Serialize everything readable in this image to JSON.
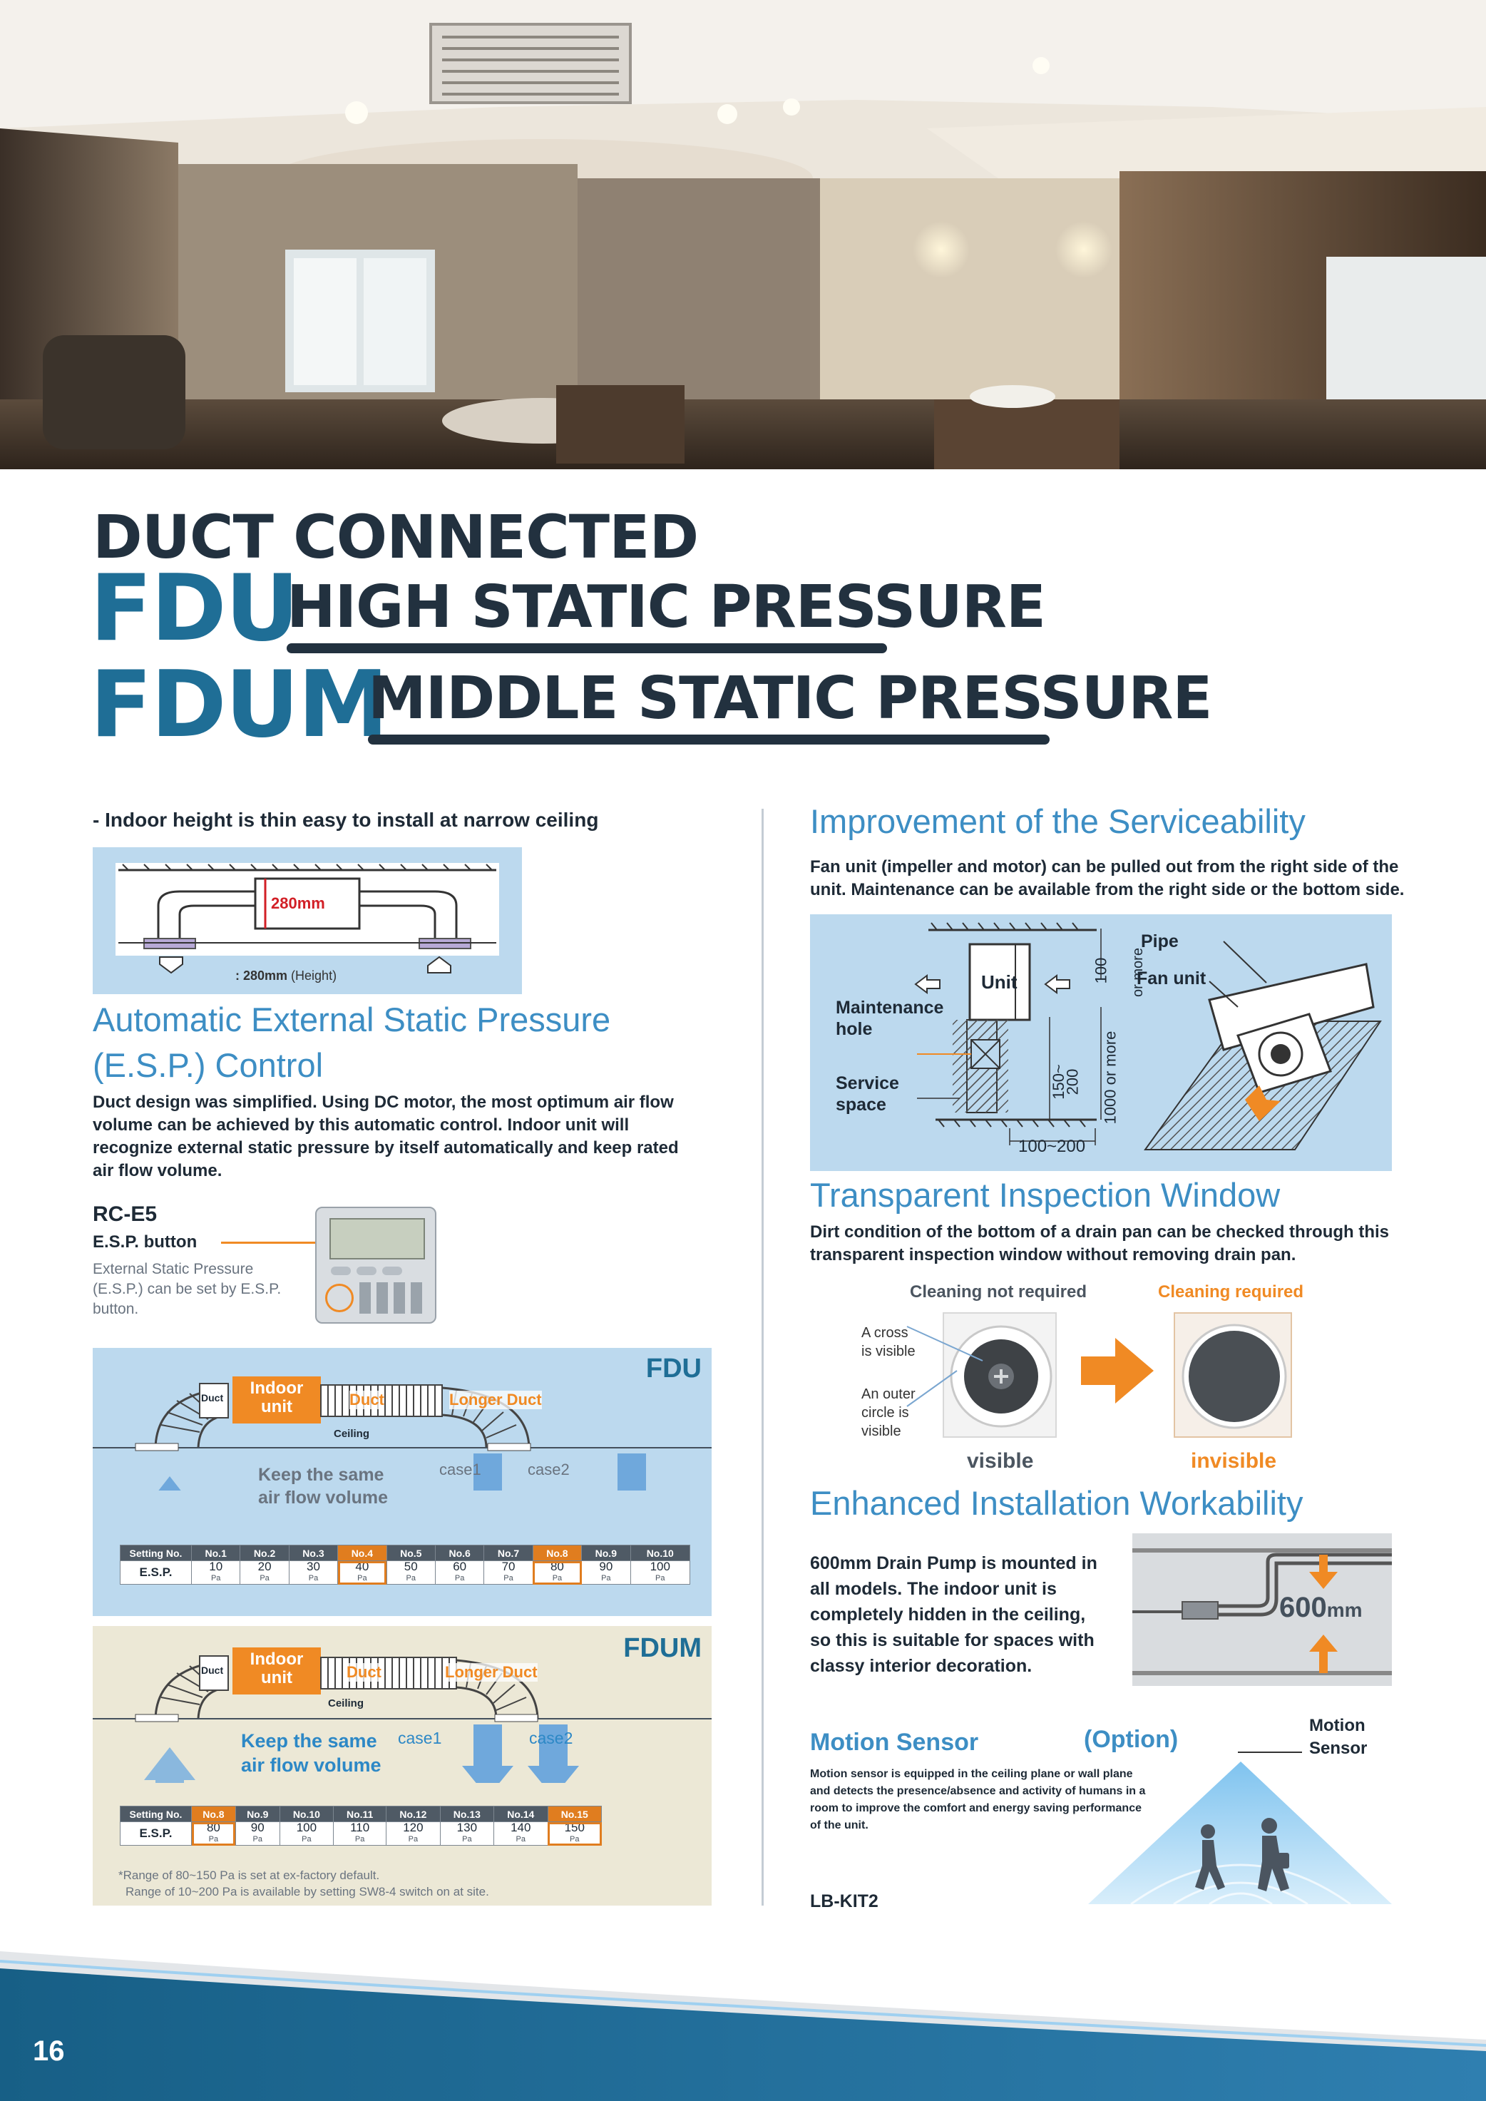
{
  "colors": {
    "title_blue": "#1f6e96",
    "dark": "#22313f",
    "heading_blue": "#3d8ec4",
    "orange": "#f08a24",
    "panel_blue": "#bcd9ee",
    "panel_beige": "#ece8d6"
  },
  "titles": {
    "duct_connected": "DUCT CONNECTED",
    "fdu": "FDU",
    "high_static": "HIGH STATIC PRESSURE",
    "fdum": "FDUM",
    "middle_static": "MIDDLE STATIC PRESSURE"
  },
  "left": {
    "bullet": "- Indoor height is thin easy to install at narrow ceiling",
    "height_diagram": {
      "dimension": "280mm",
      "caption_bold": ": 280mm",
      "caption_rest": " (Height)"
    },
    "esp_heading_1": "Automatic External Static Pressure",
    "esp_heading_2": "(E.S.P.) Control",
    "esp_body": "Duct design was simplified. Using DC motor, the most optimum air flow volume can be achieved by this automatic control. Indoor unit will recognize external static pressure by itself automatically and keep rated air flow volume.",
    "rc_model": "RC-E5",
    "esp_button": "E.S.P. button",
    "esp_note": "External Static Pressure (E.S.P.) can be set by E.S.P. button.",
    "fdu_panel": {
      "label": "FDU",
      "duct_small": "Duct",
      "indoor_unit_1": "Indoor",
      "indoor_unit_2": "unit",
      "duct": "Duct",
      "longer_duct": "Longer Duct",
      "ceiling": "Ceiling",
      "keep_1": "Keep the same",
      "keep_2": "air flow volume",
      "case1": "case1",
      "case2": "case2",
      "row_head_1": "Setting No.",
      "row_head_2": "E.S.P.",
      "unit": "Pa",
      "settings": [
        "No.1",
        "No.2",
        "No.3",
        "No.4",
        "No.5",
        "No.6",
        "No.7",
        "No.8",
        "No.9",
        "No.10"
      ],
      "values": [
        "10",
        "20",
        "30",
        "40",
        "50",
        "60",
        "70",
        "80",
        "90",
        "100"
      ]
    },
    "fdum_panel": {
      "label": "FDUM",
      "duct_small": "Duct",
      "indoor_unit_1": "Indoor",
      "indoor_unit_2": "unit",
      "duct": "Duct",
      "longer_duct": "Longer Duct",
      "ceiling": "Ceiling",
      "keep_1": "Keep the same",
      "keep_2": "air flow volume",
      "case1": "case1",
      "case2": "case2",
      "row_head_1": "Setting No.",
      "row_head_2": "E.S.P.",
      "unit": "Pa",
      "settings": [
        "No.8",
        "No.9",
        "No.10",
        "No.11",
        "No.12",
        "No.13",
        "No.14",
        "No.15"
      ],
      "values": [
        "80",
        "90",
        "100",
        "110",
        "120",
        "130",
        "140",
        "150"
      ],
      "note_1": "*Range of 80~150 Pa is set at ex-factory default.",
      "note_2": "Range of 10~200 Pa is available by setting SW8-4 switch on at site."
    }
  },
  "right": {
    "service_heading": "Improvement of the Serviceability",
    "service_body": "Fan unit (impeller and motor) can be pulled out from the right side of the unit. Maintenance can be available from the right side or the bottom side.",
    "service_diagram": {
      "unit": "Unit",
      "maintenance_1": "Maintenance",
      "maintenance_2": "hole",
      "service_1": "Service",
      "service_2": "space",
      "dim_100": "100",
      "dim_or_more": "or more",
      "dim_150": "150~",
      "dim_200": "200",
      "dim_1000": "1000 or more",
      "dim_bottom": "100~200",
      "pipe": "Pipe",
      "fan_unit": "Fan unit"
    },
    "window_heading": "Transparent Inspection Window",
    "window_body": "Dirt condition of the bottom of a drain pan can be checked through this transparent inspection window without removing drain pan.",
    "window_diagram": {
      "not_required": "Cleaning not required",
      "required": "Cleaning required",
      "cross_1": "A cross",
      "cross_2": "is visible",
      "outer_1": "An outer",
      "outer_2": "circle is",
      "outer_3": "visible",
      "visible": "visible",
      "invisible": "invisible"
    },
    "install_heading": "Enhanced Installation Workability",
    "install_body": "600mm Drain Pump is mounted in all models. The indoor unit is completely hidden in the ceiling, so this is suitable for spaces with classy interior decoration.",
    "pump_value": "600",
    "pump_unit": "mm",
    "motion_heading": "Motion Sensor",
    "motion_option": "(Option)",
    "motion_label_1": "Motion",
    "motion_label_2": "Sensor",
    "motion_body": "Motion sensor is equipped in the ceiling plane or wall plane and detects the presence/absence and activity of humans in a room to improve the comfort and energy saving performance of the unit.",
    "motion_model": "LB-KIT2"
  },
  "footer": {
    "page_number": "16"
  }
}
